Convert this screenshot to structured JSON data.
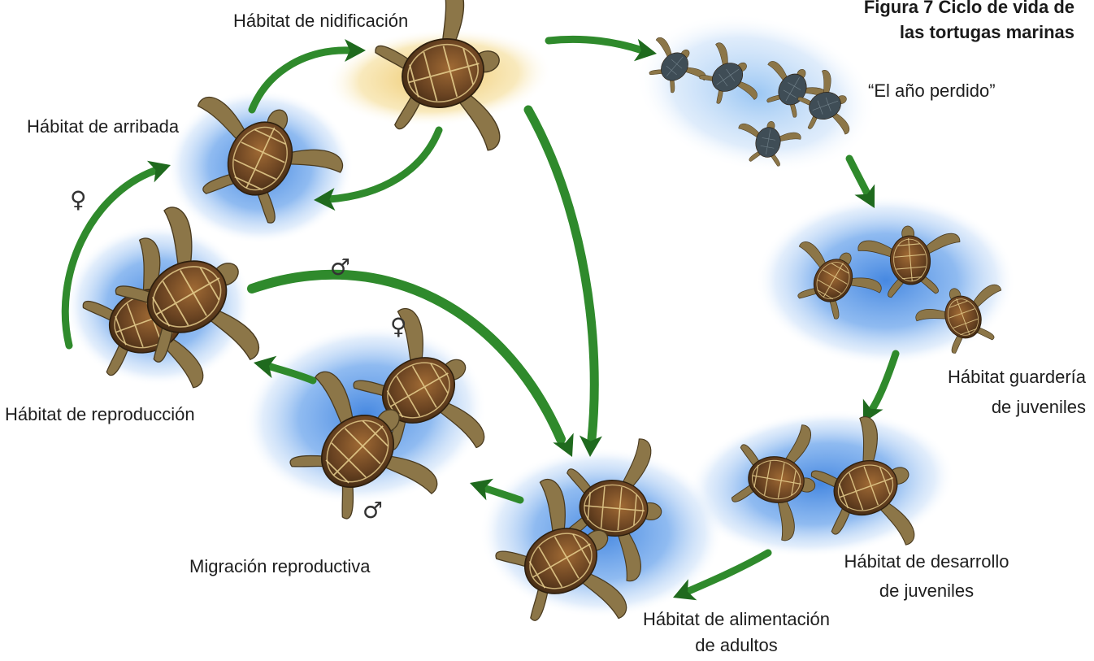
{
  "title": {
    "line1": "Figura 7 Ciclo de vida de",
    "line2": "las tortugas marinas"
  },
  "stages": {
    "nesting": "Hábitat de nidificación",
    "lost_year": "“El año perdido”",
    "arrival": "Hábitat de arribada",
    "reproduction": "Hábitat de reproducción",
    "nursery_line1": "Hábitat guardería",
    "nursery_line2": "de juveniles",
    "development_line1": "Hábitat de desarrollo",
    "development_line2": "de juveniles",
    "feeding_line1": "Hábitat de alimentación",
    "feeding_line2": "de adultos",
    "migration": "Migración reproductiva"
  },
  "symbols": {
    "female": "♀",
    "male": "♂"
  },
  "colors": {
    "arrow": "#2f8a2c",
    "arrow_dark": "#1f6a1e",
    "water": "#7fb2ec",
    "sand": "#f1d27a",
    "shell": "#6b4422",
    "shell_line": "#e8d08f",
    "skin": "#8c7648"
  }
}
